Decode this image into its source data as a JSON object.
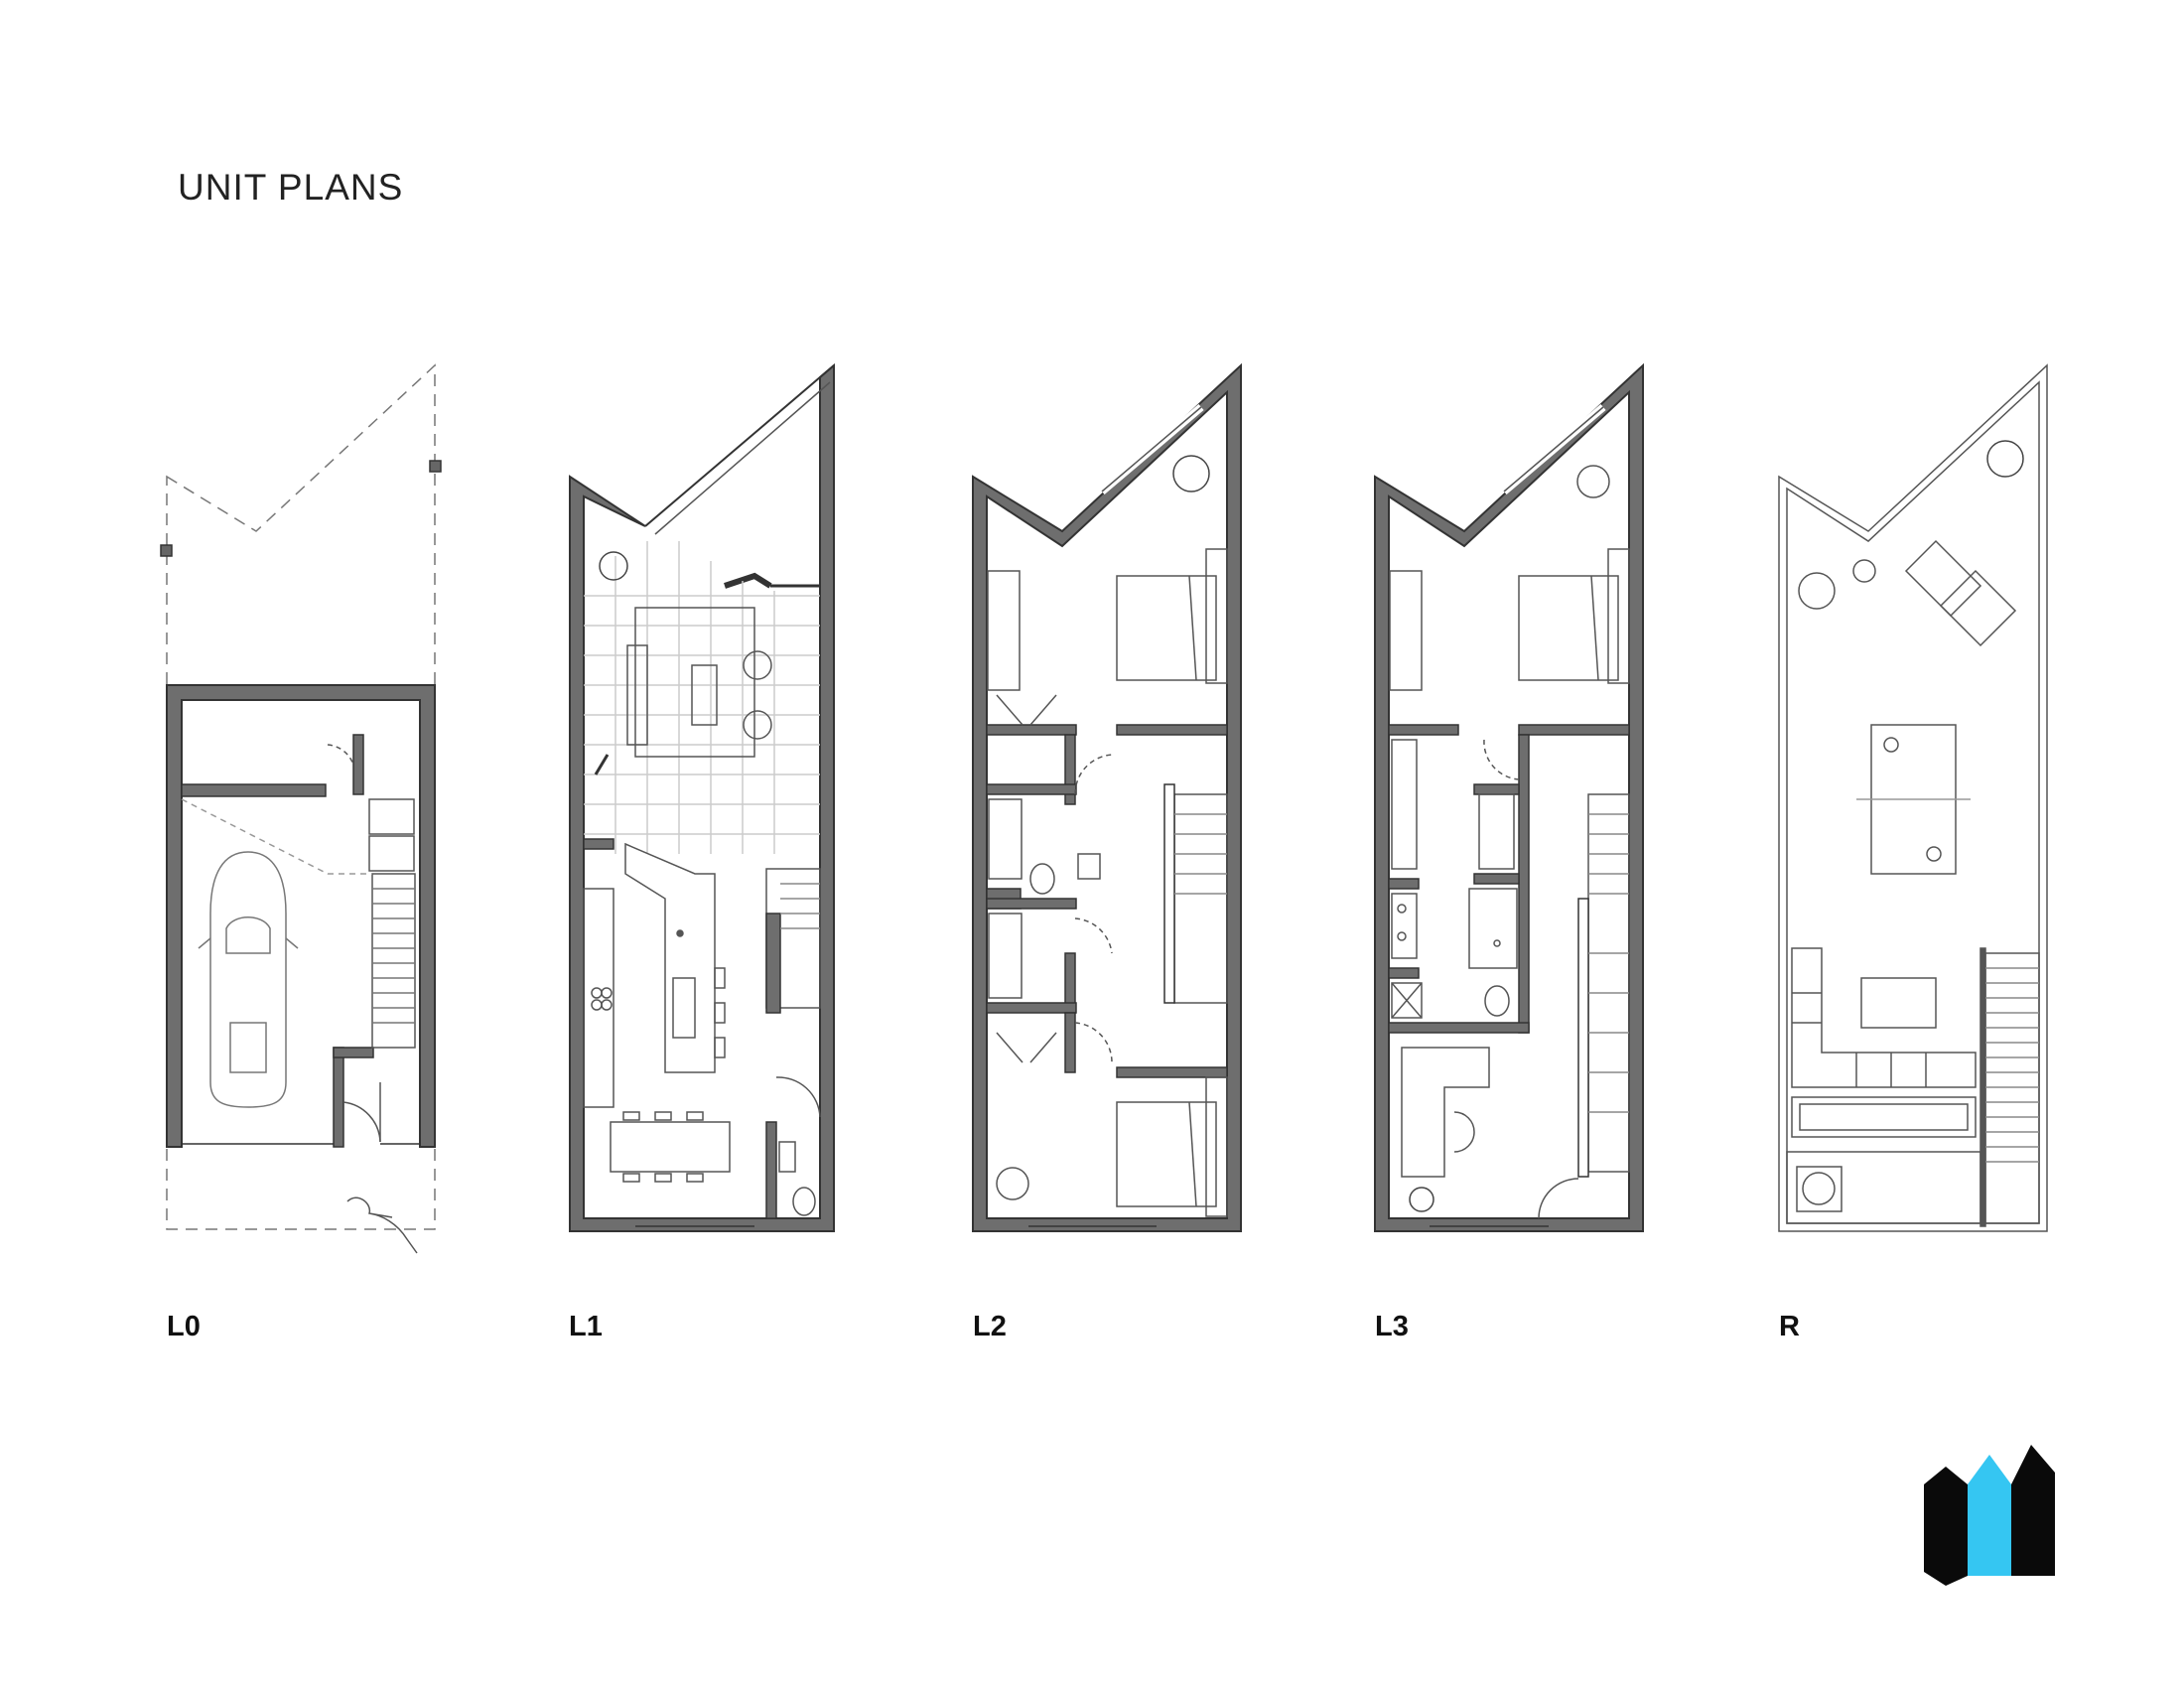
{
  "page": {
    "title": "UNIT PLANS"
  },
  "plans": [
    {
      "id": "L0",
      "label": "L0"
    },
    {
      "id": "L1",
      "label": "L1"
    },
    {
      "id": "L2",
      "label": "L2"
    },
    {
      "id": "L3",
      "label": "L3"
    },
    {
      "id": "R",
      "label": "R"
    }
  ],
  "colors": {
    "wall": "#4a4a4a",
    "wall_fill": "#6e6e6e",
    "line": "#555555",
    "logo_black": "#0a0a0a",
    "logo_blue": "#35c6f2"
  }
}
